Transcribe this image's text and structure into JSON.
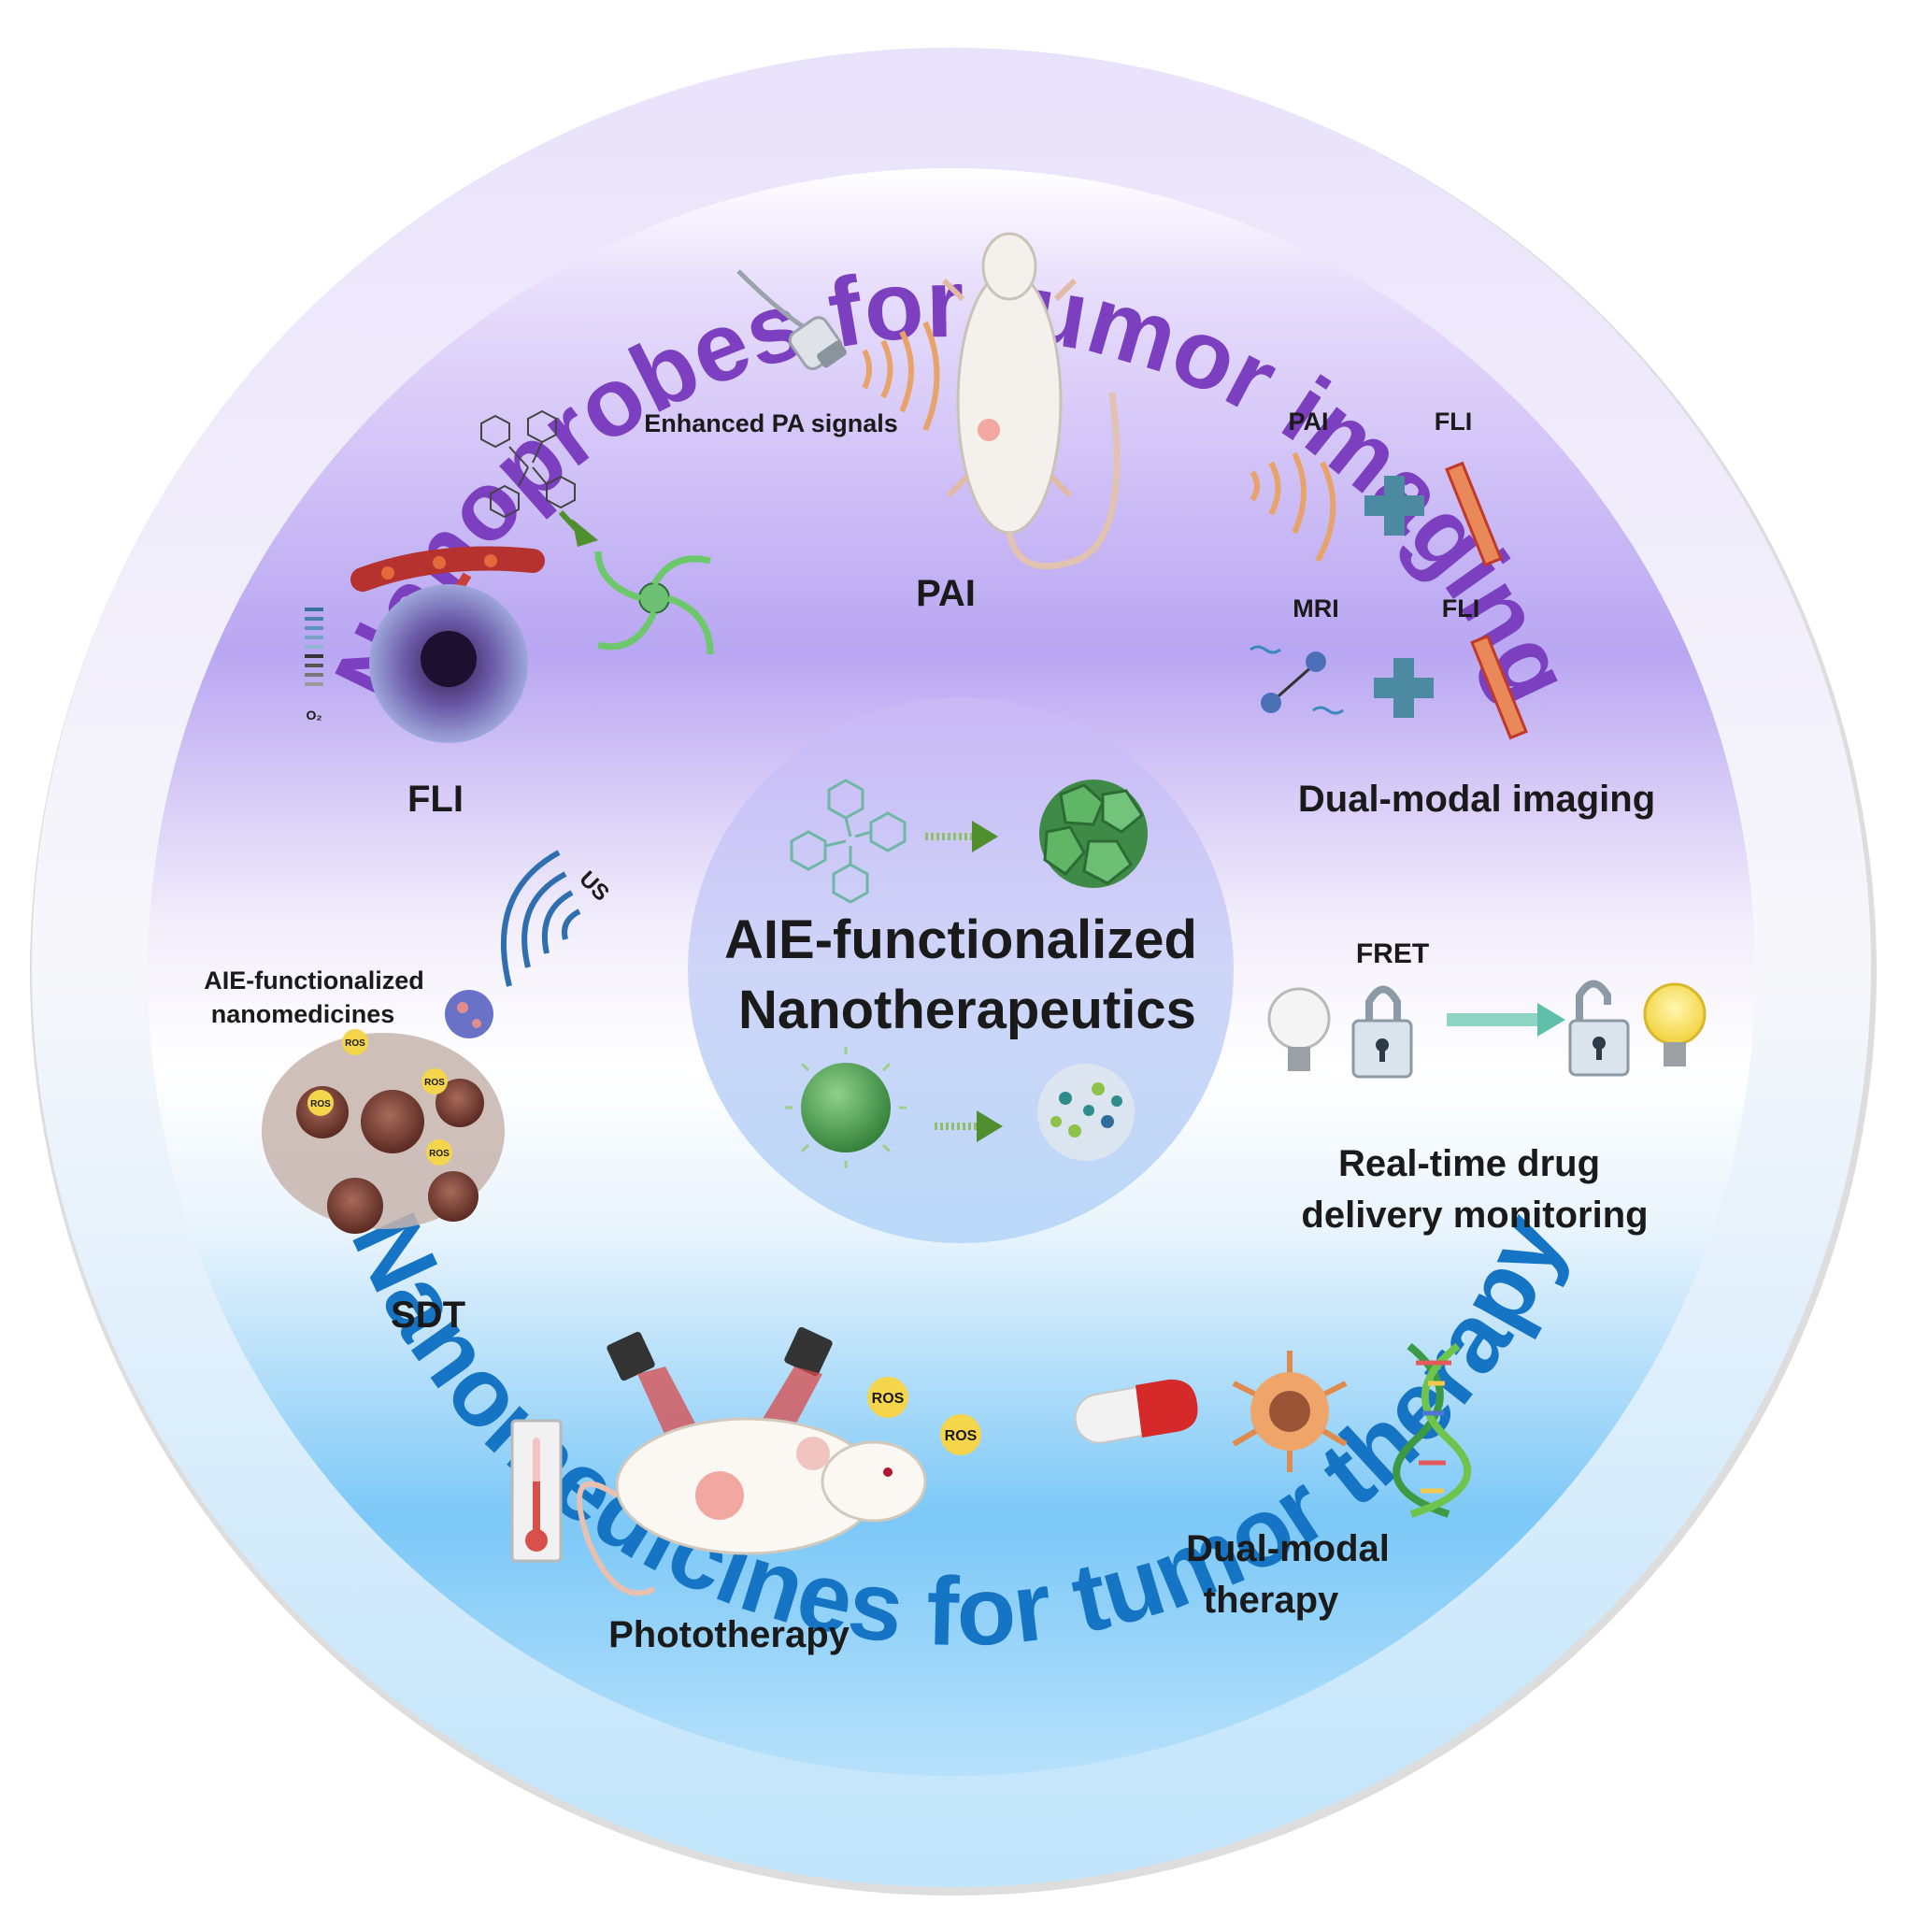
{
  "arc_titles": {
    "top": "Nanoprobes for tumor imaging",
    "bottom": "Nanomedicines for tumor therapy"
  },
  "center": {
    "line1": "AIE-functionalized",
    "line2": "Nanotherapeutics"
  },
  "imaging": {
    "pai_signal_label": "Enhanced PA signals",
    "pai_label": "PAI",
    "fli_label": "FLI",
    "o2_label": "O₂",
    "dual_pai": "PAI",
    "dual_fli_1": "FLI",
    "dual_mri": "MRI",
    "dual_fli_2": "FLI",
    "dual_label": "Dual-modal imaging"
  },
  "therapy": {
    "us_label": "US",
    "aie_nano_line1": "AIE-functionalized",
    "aie_nano_line2": "nanomedicines",
    "ros_label": "ROS",
    "sdt_label": "SDT",
    "fret_label": "FRET",
    "monitor_line1": "Real-time drug",
    "monitor_line2": "delivery monitoring",
    "photo_label": "Phototherapy",
    "dual_therapy_line1": "Dual-modal",
    "dual_therapy_line2": "therapy"
  },
  "colors": {
    "top_title": "#7b3fbf",
    "bottom_title": "#1575c4",
    "top_fill": "#b9a6f2",
    "bottom_fill": "#7cc8f7"
  }
}
